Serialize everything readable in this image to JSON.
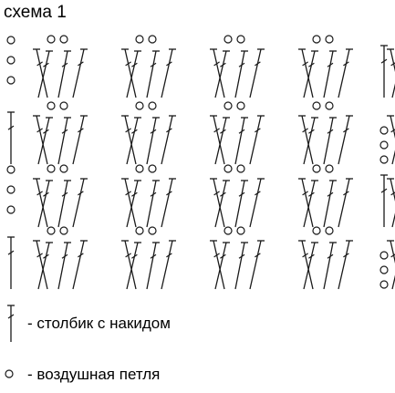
{
  "title": "схема 1",
  "diagram": {
    "rows": 4,
    "groups_per_row": 5,
    "stitches_per_group": 4,
    "chain_loops_per_group": 2,
    "row_start_chains": [
      3,
      0,
      3,
      0
    ],
    "row_end_chains": [
      0,
      3,
      0,
      3
    ],
    "row_start_stitch": [
      false,
      true,
      false,
      true
    ],
    "row_end_stitch": [
      true,
      false,
      true,
      false
    ]
  },
  "legend": [
    {
      "symbol": "double-crochet-symbol",
      "label": "- столбик с накидом"
    },
    {
      "symbol": "chain-stitch-symbol",
      "label": "- воздушная петля"
    }
  ],
  "colors": {
    "ink": "#1a1a1a",
    "background": "#ffffff"
  }
}
